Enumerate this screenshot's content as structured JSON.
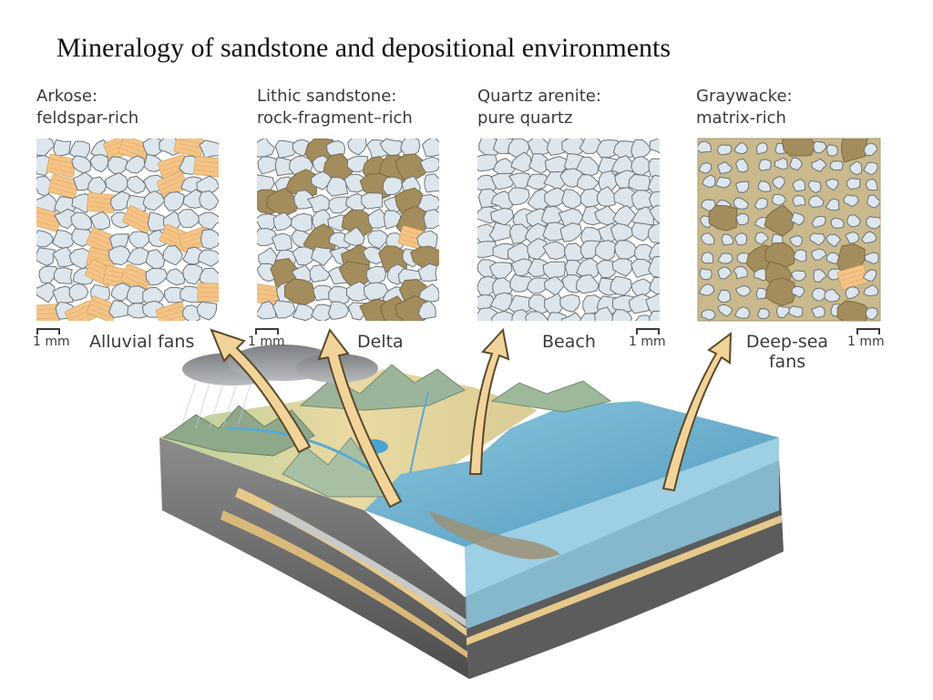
{
  "title": "Mineralogy of sandstone and depositional environments",
  "panels": [
    {
      "name_line": "Arkose:",
      "desc_line": "feldspar-rich",
      "environment": "Alluvial fans",
      "scale": "1 mm"
    },
    {
      "name_line": "Lithic sandstone:",
      "desc_line": "rock-fragment–rich",
      "environment": "Delta",
      "scale": "1 mm"
    },
    {
      "name_line": "Quartz arenite:",
      "desc_line": "pure quartz",
      "environment": "Beach",
      "scale": "1 mm"
    },
    {
      "name_line": "Graywacke:",
      "desc_line": "matrix-rich",
      "environment_line1": "Deep-sea",
      "environment_line2": "fans",
      "scale": "1 mm"
    }
  ],
  "colors": {
    "quartz_fill": "#dde6ec",
    "grain_outline": "#6c7378",
    "feldspar": "#f4c487",
    "rock_fragment": "#a48d5c",
    "matrix": "#c9b98c",
    "arrow_fill": "#f2d49a",
    "arrow_outline": "#5b4a2c",
    "sea": "#74b3d0",
    "land": "#e5d49e"
  },
  "icons": [
    "storm-cloud-icon",
    "block-diagram-landscape"
  ]
}
